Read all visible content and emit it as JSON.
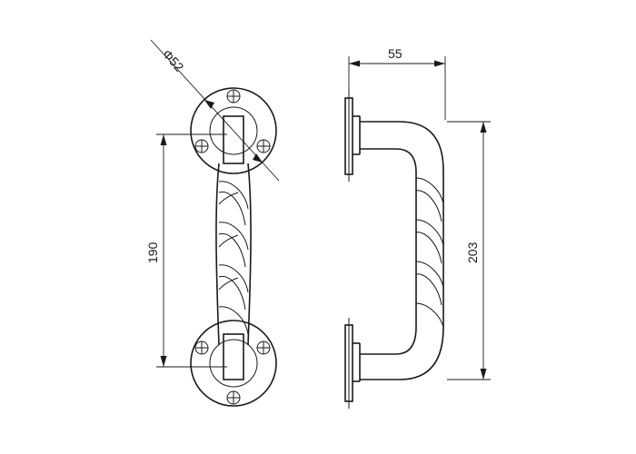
{
  "drawing": {
    "front_view": {
      "diameter_label": "Φ52",
      "height_label": "190"
    },
    "side_view": {
      "projection_label": "55",
      "height_label": "203"
    }
  }
}
